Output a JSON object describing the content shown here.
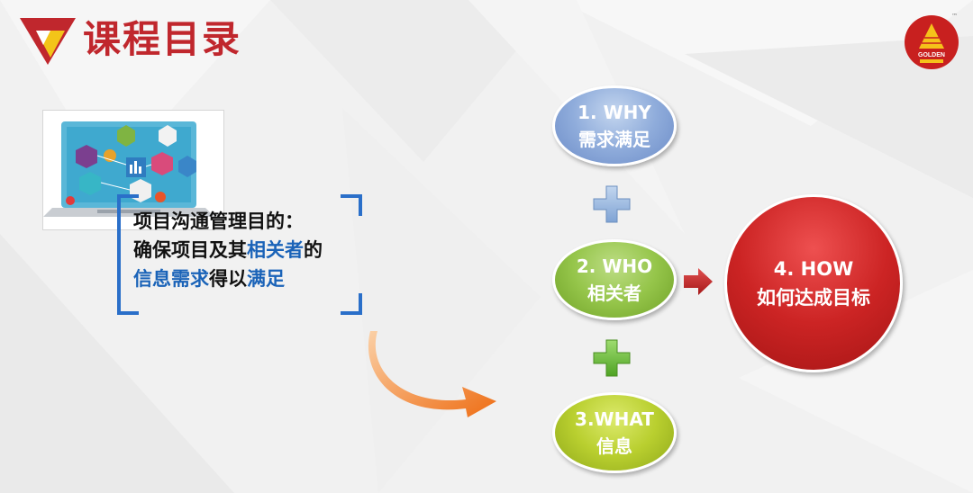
{
  "header": {
    "title": "课程目录",
    "brand_logo_text": "GOLDEN"
  },
  "purpose": {
    "line1": "项目沟通管理目的：",
    "line2_pre": "确保项目及其",
    "line2_hl": "相关者",
    "line2_post": "的",
    "line3_hl1": "信息需求",
    "line3_mid": "得以",
    "line3_hl2": "满足"
  },
  "nodes": {
    "why": {
      "title": "1. WHY",
      "subtitle": "需求满足"
    },
    "who": {
      "title": "2. WHO",
      "subtitle": "相关者"
    },
    "what": {
      "title": "3.WHAT",
      "subtitle": "信息"
    },
    "how": {
      "title": "4. HOW",
      "subtitle": "如何达成目标"
    }
  },
  "colors": {
    "title_red": "#c0272d",
    "highlight_blue": "#1a63b8",
    "why_blue": "#8facdb",
    "who_green": "#95c54a",
    "what_yellowgreen": "#b9cf2f",
    "how_red": "#cc2424",
    "plus_blue": "#8aaedc",
    "plus_green": "#6fbe3c",
    "arrow_red": "#b92121",
    "curve_orange": "#f07a1f"
  },
  "icons": {
    "header_logo": "red-triangle-logo-icon",
    "brand_logo": "golden-pyramid-logo-icon",
    "plus": "plus-icon",
    "arrow": "right-arrow-icon",
    "curve": "curved-arrow-icon"
  }
}
